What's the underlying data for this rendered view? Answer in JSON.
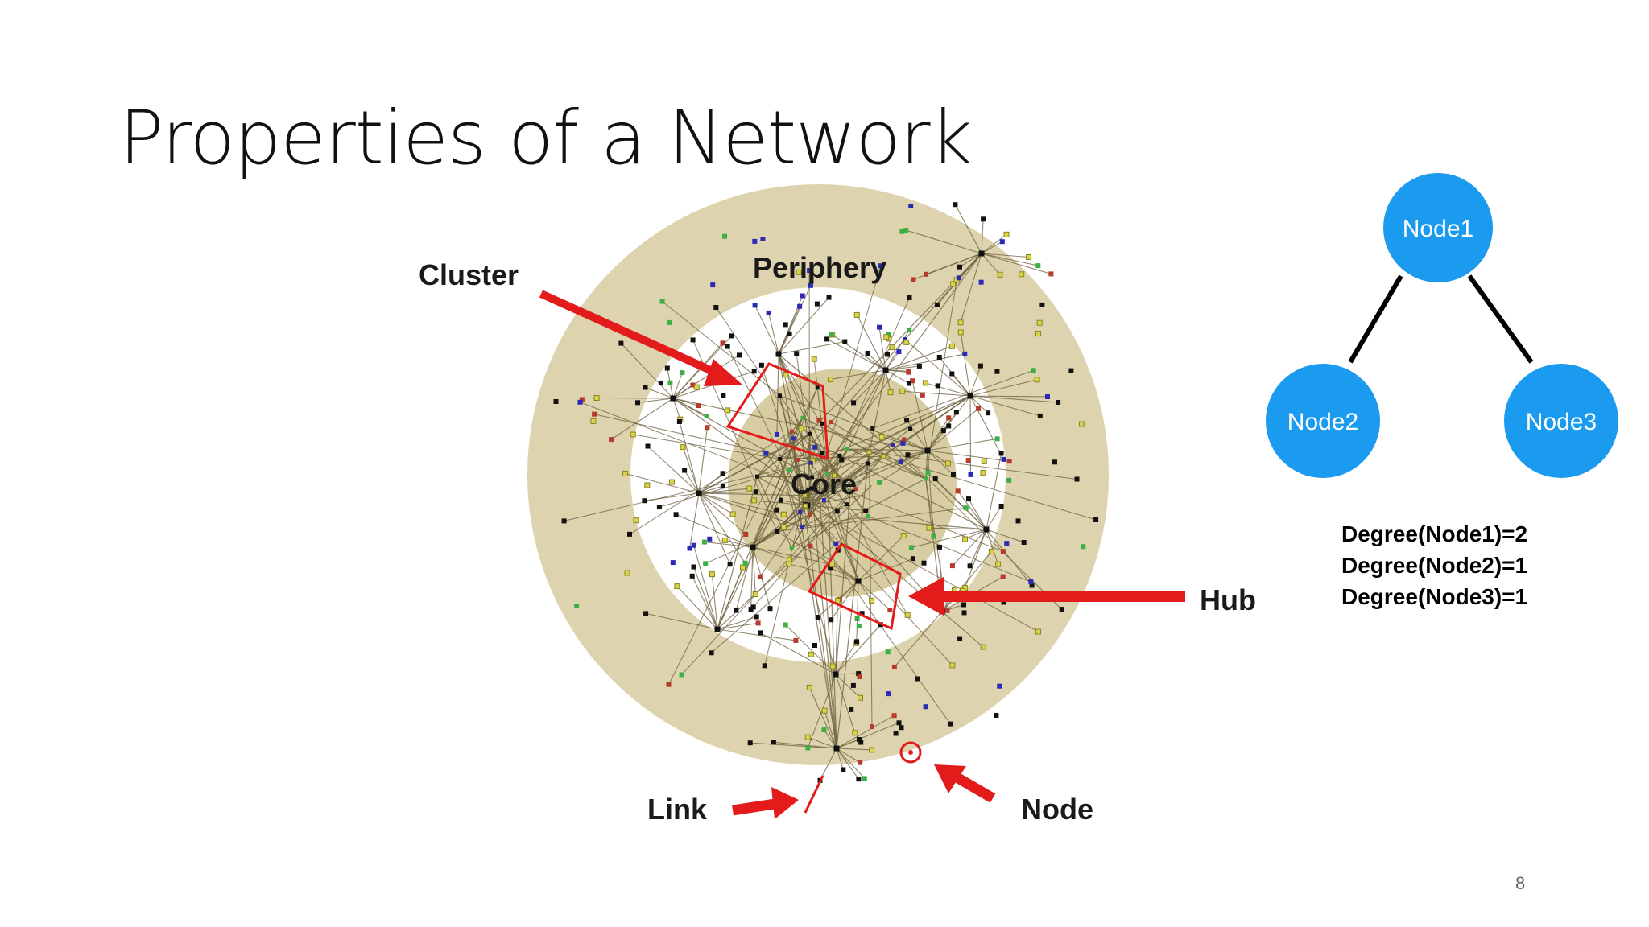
{
  "slide": {
    "title": "Properties of a Network",
    "page_number": "8"
  },
  "network_figure": {
    "labels": {
      "periphery": "Periphery",
      "core": "Core",
      "cluster": "Cluster",
      "hub": "Hub",
      "link": "Link",
      "node": "Node"
    },
    "colors": {
      "ring": "#ddd3ae",
      "core": "#d8cda2",
      "edge": "#6b5f3c",
      "highlight": "#e31b1b",
      "node_black": "#111111",
      "node_yellow": "#d9d34a",
      "node_red": "#b73a2d",
      "node_blue": "#2a2ab5",
      "node_green": "#3cb043"
    }
  },
  "tree_diagram": {
    "node_color": "#1a9bf0",
    "nodes": [
      {
        "id": "node1",
        "label": "Node1"
      },
      {
        "id": "node2",
        "label": "Node2"
      },
      {
        "id": "node3",
        "label": "Node3"
      }
    ],
    "degrees": [
      "Degree(Node1)=2",
      "Degree(Node2)=1",
      "Degree(Node3)=1"
    ]
  }
}
